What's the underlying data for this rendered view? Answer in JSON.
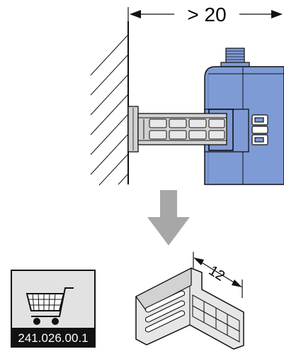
{
  "dimensions": {
    "min_distance_label": "> 20",
    "bracket_width_label": "12"
  },
  "accessory": {
    "article_number": "241.026.00.1",
    "icon": "shopping-cart-icon"
  },
  "colors": {
    "tank_blue": "#7f9bd6",
    "tank_blue_dark": "#5f7cc0",
    "bracket_gray": "#d2d2d2",
    "arrow_gray": "#a7a7a7",
    "outline": "#111111",
    "badge_bg": "#111111",
    "badge_frame": "#e2e2e2"
  }
}
